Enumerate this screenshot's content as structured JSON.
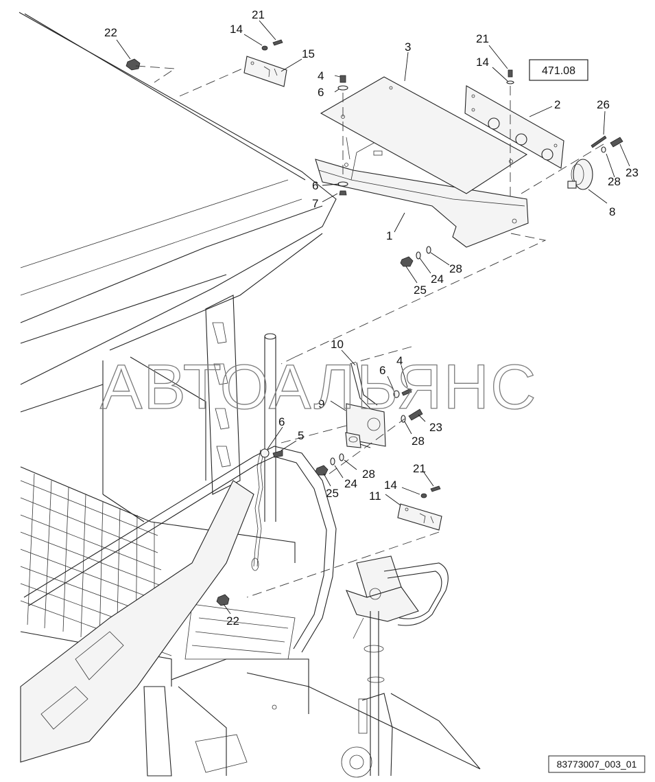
{
  "diagram": {
    "reference_box": "471.08",
    "drawing_id": "83773007_003_01",
    "watermark": "АВТОАЛЬЯНС",
    "callouts": [
      {
        "id": "c22a",
        "label": "22"
      },
      {
        "id": "c21a",
        "label": "21"
      },
      {
        "id": "c14a",
        "label": "14"
      },
      {
        "id": "c15",
        "label": "15"
      },
      {
        "id": "c3",
        "label": "3"
      },
      {
        "id": "c4a",
        "label": "4"
      },
      {
        "id": "c6a",
        "label": "6"
      },
      {
        "id": "c21b",
        "label": "21"
      },
      {
        "id": "c14b",
        "label": "14"
      },
      {
        "id": "c2",
        "label": "2"
      },
      {
        "id": "c26",
        "label": "26"
      },
      {
        "id": "c23a",
        "label": "23"
      },
      {
        "id": "c28a",
        "label": "28"
      },
      {
        "id": "c8",
        "label": "8"
      },
      {
        "id": "c6b",
        "label": "6"
      },
      {
        "id": "c7",
        "label": "7"
      },
      {
        "id": "c1",
        "label": "1"
      },
      {
        "id": "c28b",
        "label": "28"
      },
      {
        "id": "c24a",
        "label": "24"
      },
      {
        "id": "c25a",
        "label": "25"
      },
      {
        "id": "c10",
        "label": "10"
      },
      {
        "id": "c6c",
        "label": "6"
      },
      {
        "id": "c4b",
        "label": "4"
      },
      {
        "id": "c9",
        "label": "9"
      },
      {
        "id": "c23b",
        "label": "23"
      },
      {
        "id": "c28c",
        "label": "28"
      },
      {
        "id": "c6d",
        "label": "6"
      },
      {
        "id": "c5",
        "label": "5"
      },
      {
        "id": "c28d",
        "label": "28"
      },
      {
        "id": "c24b",
        "label": "24"
      },
      {
        "id": "c25b",
        "label": "25"
      },
      {
        "id": "c21c",
        "label": "21"
      },
      {
        "id": "c14c",
        "label": "14"
      },
      {
        "id": "c11",
        "label": "11"
      },
      {
        "id": "c22b",
        "label": "22"
      }
    ]
  }
}
